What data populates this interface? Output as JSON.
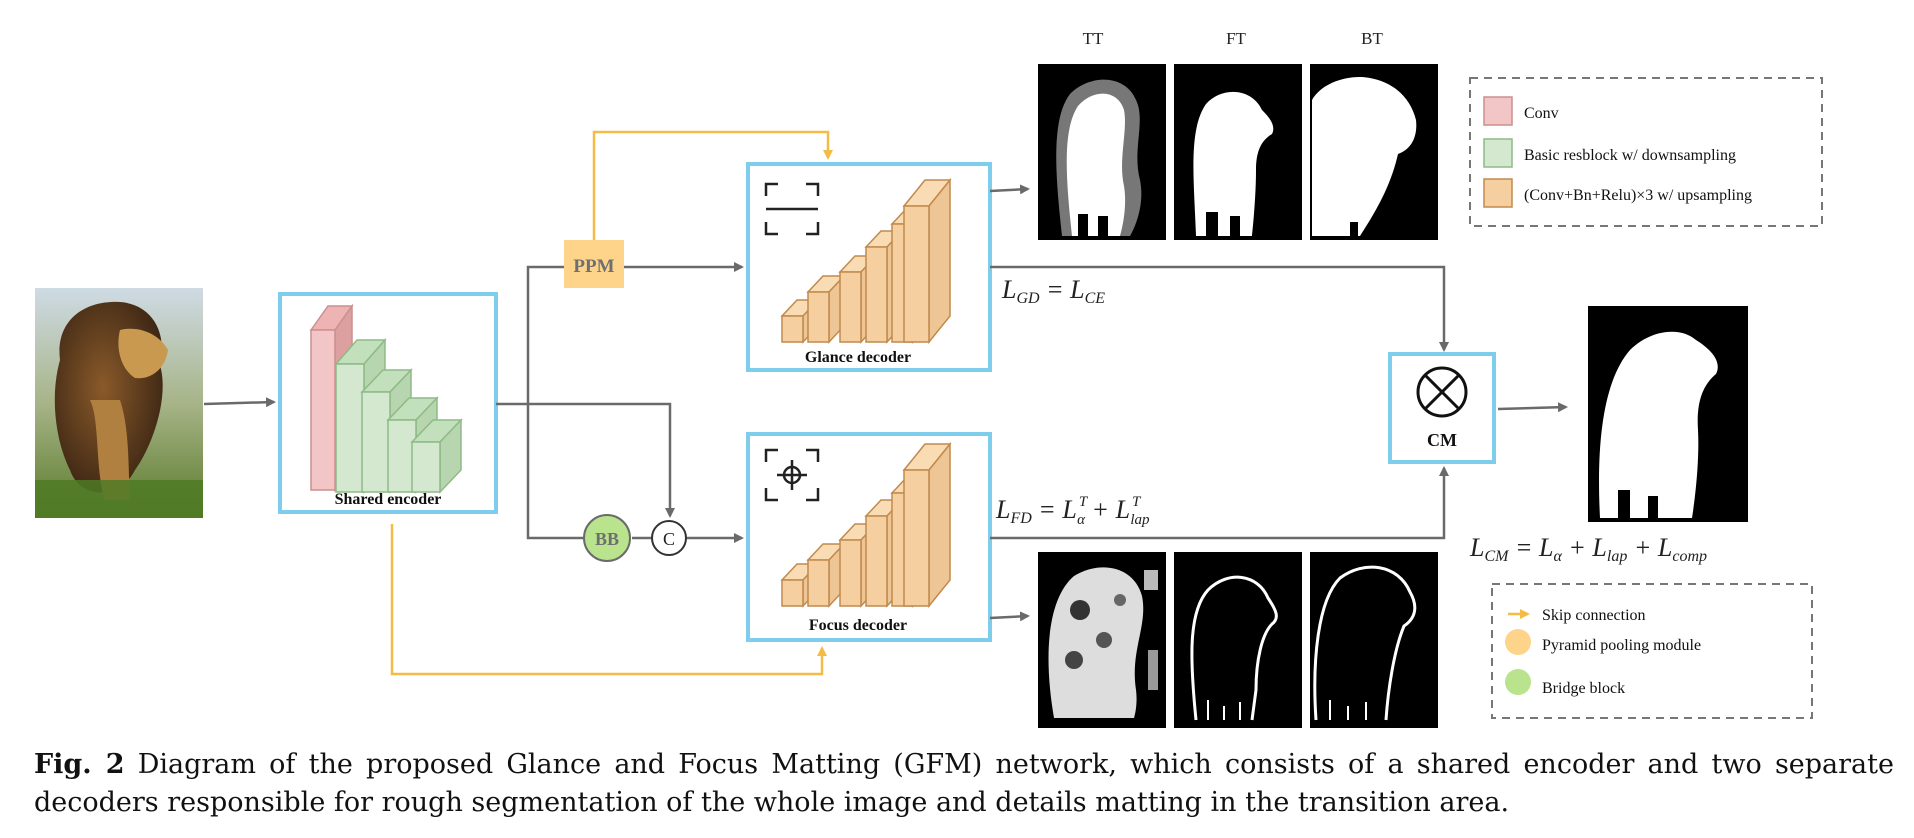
{
  "diagram": {
    "encoder_label": "Shared encoder",
    "glance_label": "Glance decoder",
    "focus_label": "Focus decoder",
    "ppm_label": "PPM",
    "bb_label": "BB",
    "concat_label": "C",
    "cm_label": "CM",
    "col_tt": "TT",
    "col_ft": "FT",
    "col_bt": "BT",
    "legend_top": [
      {
        "label": "Conv",
        "color": "#f2c6c6"
      },
      {
        "label": "Basic resblock w/ downsampling",
        "color": "#d3e8cf"
      },
      {
        "label": "(Conv+Bn+Relu)×3 w/ upsampling",
        "color": "#f6cfa0"
      }
    ],
    "legend_bottom": [
      {
        "label": "Skip connection",
        "icon": "arrow"
      },
      {
        "label": "Pyramid pooling module",
        "color": "#fcd68a"
      },
      {
        "label": "Bridge block",
        "color": "#b9e38c"
      }
    ]
  },
  "colors": {
    "box_border": "#7fcdec",
    "arrow": "#6a6a6a",
    "skip": "#f3bd45",
    "ppm": "#fdd48a",
    "bb": "#b9e38c"
  },
  "caption": {
    "label": "Fig. 2",
    "text": " Diagram of the proposed Glance and Focus Matting (GFM) network, which consists of a shared encoder and two separate decoders responsible for rough segmentation of the whole image and details matting in the transition area."
  }
}
